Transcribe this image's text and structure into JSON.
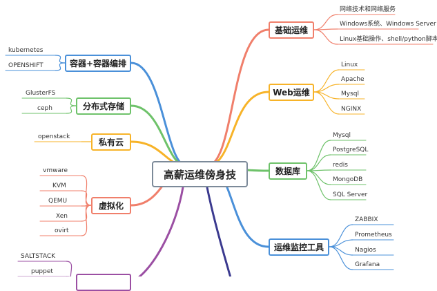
{
  "root": "高薪运维傍身技",
  "right_branches": [
    {
      "key": "infra",
      "label": "基础运维",
      "color": "#f07f6b",
      "leaves": [
        "网络技术和网络服务",
        "Windows系统、Windows Server",
        "Linux基础操作、shell/python脚本"
      ]
    },
    {
      "key": "web",
      "label": "Web运维",
      "color": "#f7b328",
      "leaves": [
        "Linux",
        "Apache",
        "Mysql",
        "NGINX"
      ]
    },
    {
      "key": "db",
      "label": "数据库",
      "color": "#6ec26a",
      "leaves": [
        "Mysql",
        "PostgreSQL",
        "redis",
        "MongoDB",
        "SQL Server"
      ]
    },
    {
      "key": "monitor",
      "label": "运维监控工具",
      "color": "#4a90d9",
      "leaves": [
        "ZABBIX",
        "Prometheus",
        "Nagios",
        "Grafana"
      ]
    }
  ],
  "left_branches": [
    {
      "key": "k8s",
      "label": "容器+容器编排",
      "color": "#4a90d9",
      "leaves": [
        "kubernetes",
        "OPENSHIFT"
      ]
    },
    {
      "key": "storage",
      "label": "分布式存储",
      "color": "#6ec26a",
      "leaves": [
        "GlusterFS",
        "ceph"
      ]
    },
    {
      "key": "cloud",
      "label": "私有云",
      "color": "#f7b328",
      "leaves": [
        "openstack"
      ]
    },
    {
      "key": "virt",
      "label": "虚拟化",
      "color": "#f07f6b",
      "leaves": [
        "vmware",
        "KVM",
        "QEMU",
        "Xen",
        "ovirt"
      ]
    },
    {
      "key": "cfg",
      "label": "",
      "color": "#9b4fa3",
      "leaves": [
        "SALTSTACK",
        "puppet"
      ]
    }
  ],
  "bottom_lines_colors": [
    "#9b4fa3",
    "#3b3a8f"
  ]
}
